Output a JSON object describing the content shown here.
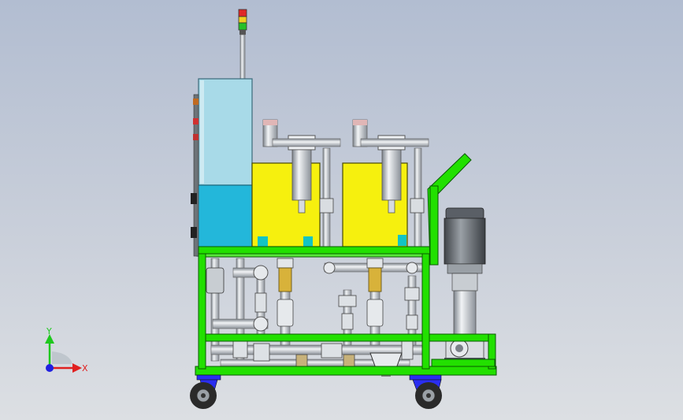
{
  "scene": {
    "view": "front",
    "background_top": "#b2bdd1",
    "background_bottom": "#dcdfe3"
  },
  "colors": {
    "frame": "#22e000",
    "frame_edge": "#0a5a00",
    "tank": "#f6f00e",
    "cabinet": "#a8dae8",
    "cabinet_lower": "#23b7da",
    "pipe": "#d8dde2",
    "valve_brass": "#d8b23a",
    "motor": "#70757c",
    "caster": "#2a2ef0",
    "wheel": "#2a2a2a"
  },
  "signal_tower": {
    "lights": [
      "red",
      "yellow",
      "green"
    ]
  },
  "triad": {
    "y_label": "Y",
    "x_label": "X",
    "y_color": "#1ec81e",
    "x_color": "#e02020",
    "origin_color": "#2020e0"
  }
}
